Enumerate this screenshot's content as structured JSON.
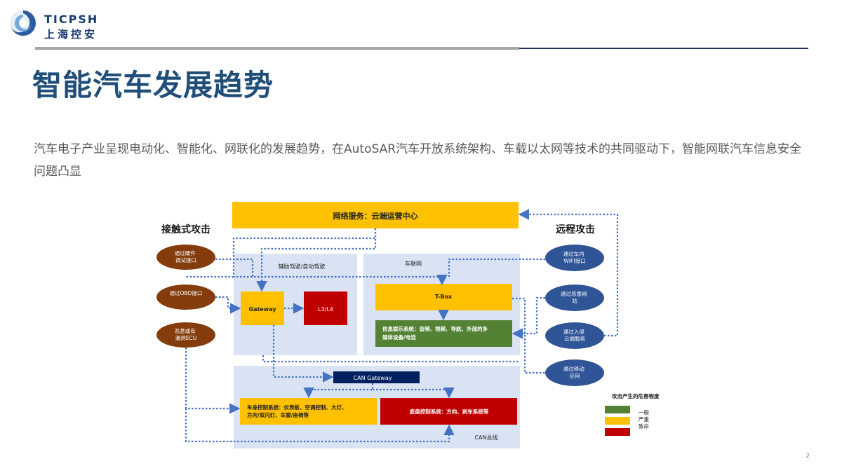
{
  "header": {
    "logo_en": "TICPSH",
    "logo_cn": "上海控安"
  },
  "title": "智能汽车发展趋势",
  "intro": "汽车电子产业呈现电动化、智能化、网联化的发展趋势，在AutoSAR汽车开放系统架构、车载以太网等技术的共同驱动下，智能网联汽车信息安全问题凸显",
  "diagram": {
    "cloud": "网络服务：云端运营中心",
    "contact_attack": {
      "title": "接触式攻击",
      "items": [
        "通过硬件调试接口",
        "通过OBD接口",
        "恶意或有漏洞ECU"
      ]
    },
    "remote_attack": {
      "title": "远程攻击",
      "items": [
        "通过车内WIFI接口",
        "通过恶意网站",
        "通过入侵云端服务",
        "通过移动应用"
      ]
    },
    "adas": {
      "label": "辅助驾驶/自动驾驶",
      "gateway": "Gateway",
      "l3l4": "L3/L4"
    },
    "iov": {
      "label": "车联网",
      "tbox": "T-Box",
      "infotainment": "信息娱乐系统：音频、视频、导航、外部的多媒体设备/电话"
    },
    "can": {
      "gateway": "CAN Gateway",
      "body": "车身控制系统：仪表板、空调控制、大灯、方向/双闪灯、车窗/座椅等",
      "chassis": "底盘控制系统：方向、刹车系统等",
      "bus": "CAN总线"
    },
    "legend": {
      "title": "攻击产生的危害程度",
      "items": [
        {
          "label": "一般",
          "color": "#548235"
        },
        {
          "label": "严重",
          "color": "#ffc000"
        },
        {
          "label": "致命",
          "color": "#c00000"
        }
      ]
    }
  },
  "colors": {
    "navy": "#1f4e79",
    "yellow": "#ffc000",
    "red": "#c00000",
    "green": "#548235",
    "brown": "#843c0c",
    "blue_oval": "#2f5597",
    "link": "#4472c4"
  },
  "page_number": "2"
}
